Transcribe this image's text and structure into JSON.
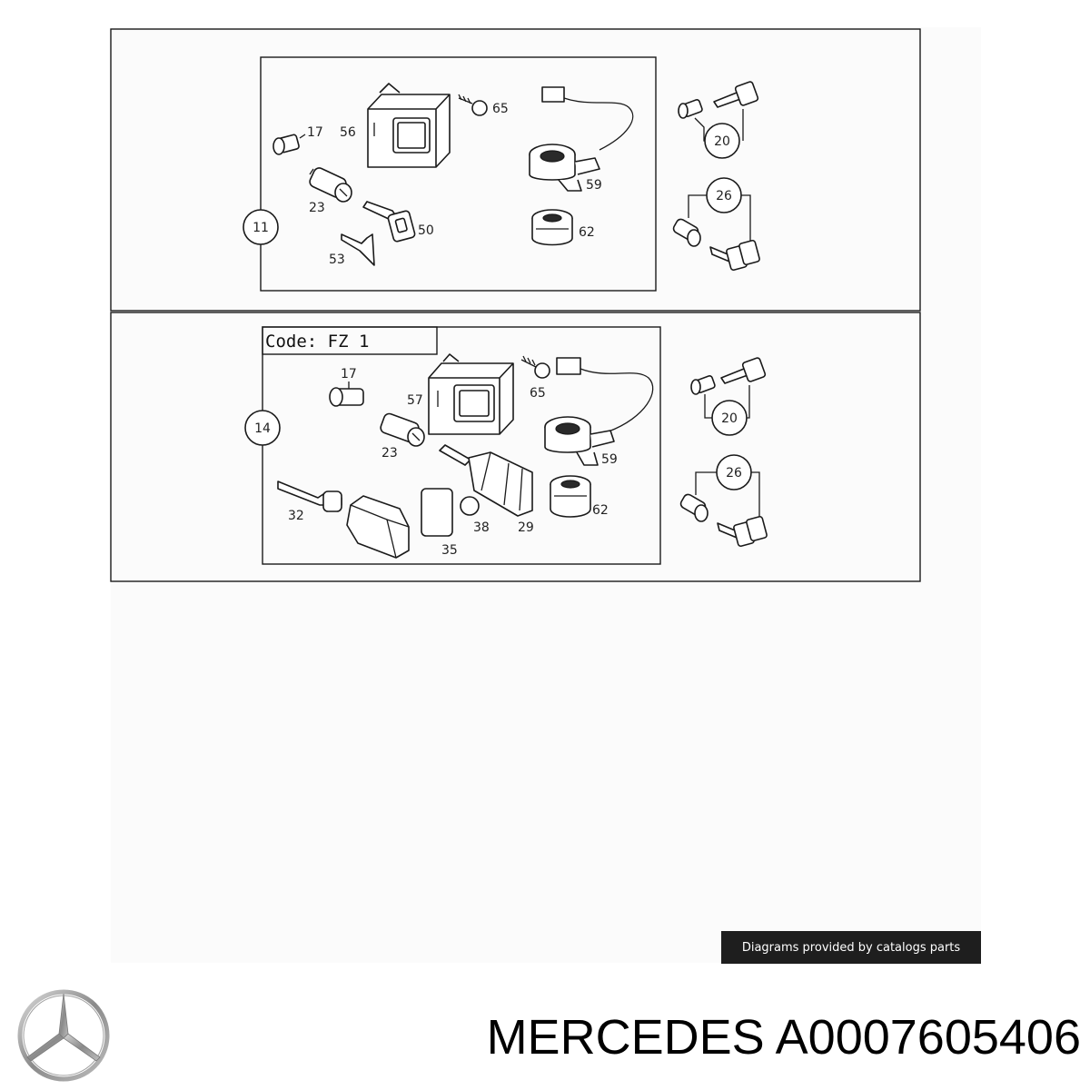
{
  "upper_panel": {
    "group_ref": "11",
    "labels": {
      "p17": "17",
      "p56": "56",
      "p65": "65",
      "p59": "59",
      "p23": "23",
      "p50": "50",
      "p53": "53",
      "p62": "62",
      "p20": "20",
      "p26": "26"
    }
  },
  "lower_panel": {
    "group_ref": "14",
    "code": "Code: FZ 1",
    "labels": {
      "p17": "17",
      "p57": "57",
      "p65": "65",
      "p23": "23",
      "p59": "59",
      "p32": "32",
      "p35": "35",
      "p38": "38",
      "p29": "29",
      "p62": "62",
      "p20": "20",
      "p26": "26"
    }
  },
  "credit": "Diagrams provided by catalogs parts",
  "brand_logo": {
    "icon": "mercedes-star-icon",
    "color": "#8a8a8a"
  },
  "part_title": "MERCEDES A0007605406"
}
